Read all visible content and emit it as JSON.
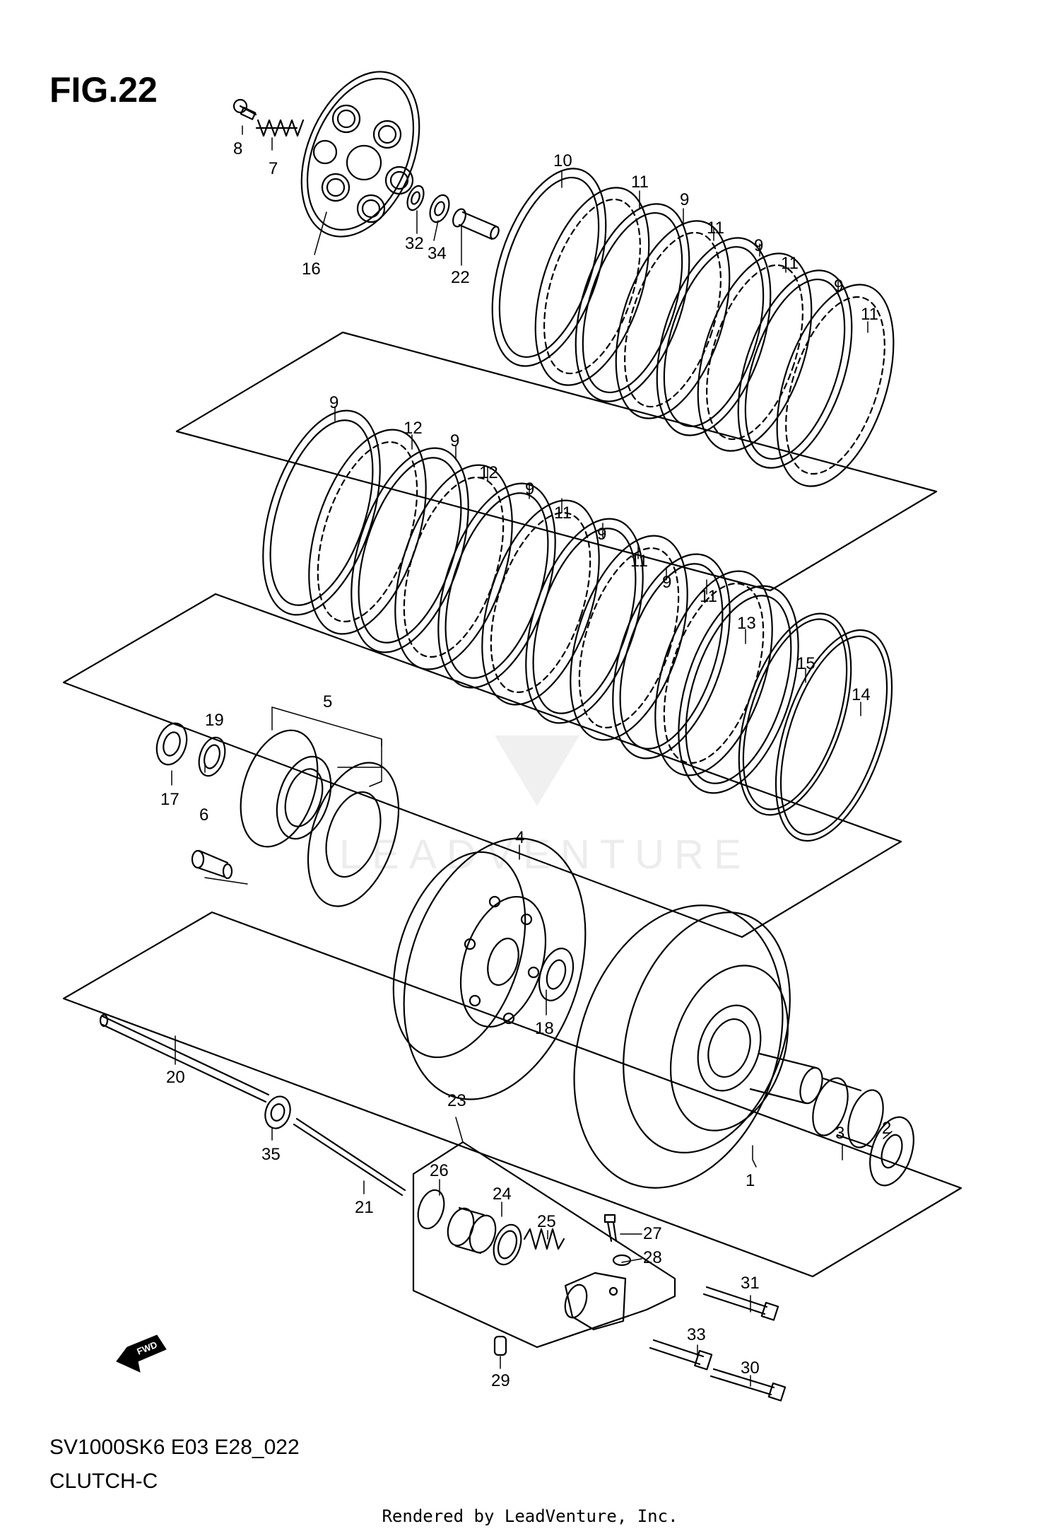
{
  "figure": {
    "title": "FIG.22"
  },
  "model_code": "SV1000SK6 E03 E28_022",
  "section_name": "CLUTCH-C",
  "footer": {
    "credit": "Rendered by LeadVenture, Inc."
  },
  "watermark": {
    "text": "LEADVENTURE"
  },
  "fwd_arrow": {
    "label": "FWD"
  },
  "callouts": [
    "1",
    "2",
    "3",
    "4",
    "5",
    "6",
    "7",
    "8",
    "9",
    "9",
    "9",
    "9",
    "9",
    "9",
    "9",
    "9",
    "10",
    "11",
    "11",
    "11",
    "11",
    "11",
    "11",
    "11",
    "11",
    "12",
    "12",
    "13",
    "14",
    "15",
    "16",
    "17",
    "18",
    "19",
    "20",
    "21",
    "22",
    "23",
    "24",
    "25",
    "26",
    "27",
    "28",
    "29",
    "30",
    "31",
    "32",
    "33",
    "34",
    "35"
  ]
}
